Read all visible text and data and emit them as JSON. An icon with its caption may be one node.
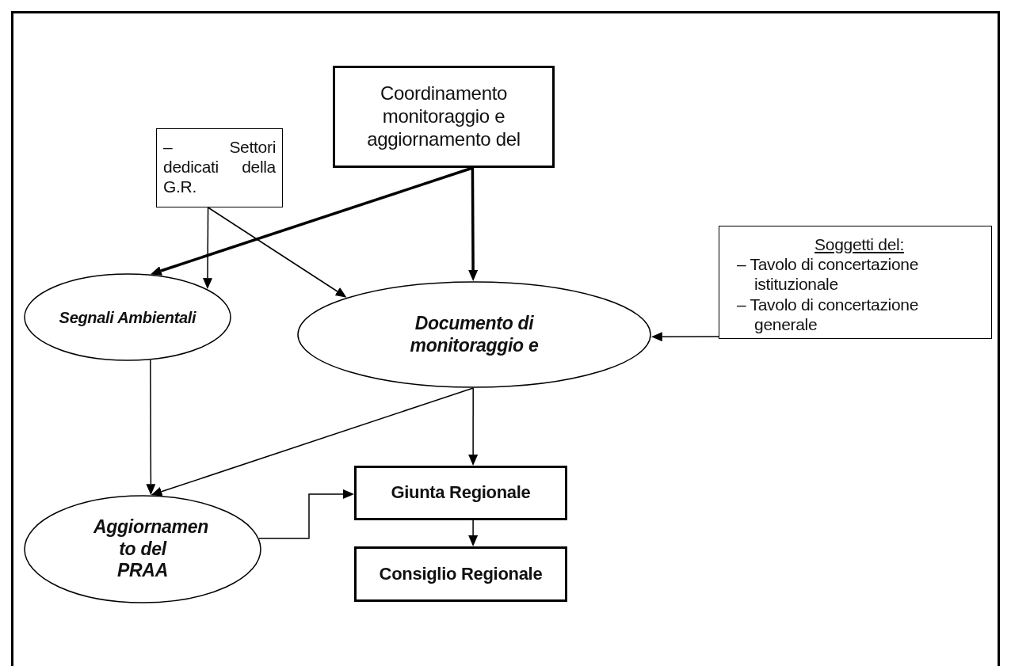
{
  "diagram": {
    "nodes": [
      {
        "text": [
          "Coordinamento monitoraggio e aggiornamento del"
        ]
      },
      {
        "text": [
          "– Settori dedicati della G.R."
        ]
      },
      {
        "text": [
          "Segnali Ambientali"
        ]
      },
      {
        "text": [
          "Documento di monitoraggio e"
        ]
      },
      {
        "text": [
          "Soggetti del:",
          "– Tavolo di concertazione istituzionale",
          "– Tavolo di concertazione generale"
        ]
      },
      {
        "text": [
          "Aggiornamen to del PRAA"
        ]
      },
      {
        "text": [
          "Giunta Regionale"
        ]
      },
      {
        "text": [
          "Consiglio Regionale"
        ]
      }
    ],
    "edges": [
      {
        "from": 1,
        "to": 2,
        "arrow": "to"
      },
      {
        "from": 1,
        "to": 3,
        "arrow": "to"
      },
      {
        "from": 0,
        "to": 2,
        "arrow": "to",
        "style": "thick"
      },
      {
        "from": 0,
        "to": 3,
        "arrow": "to",
        "style": "thick"
      },
      {
        "from": 4,
        "to": 3,
        "arrow": "to"
      },
      {
        "from": 2,
        "to": 5,
        "arrow": "to"
      },
      {
        "from": 3,
        "to": 5,
        "arrow": "to"
      },
      {
        "from": 3,
        "to": 6,
        "arrow": "to"
      },
      {
        "from": 5,
        "to": 6,
        "arrow": "to"
      },
      {
        "from": 6,
        "to": 7,
        "arrow": "to"
      }
    ]
  }
}
